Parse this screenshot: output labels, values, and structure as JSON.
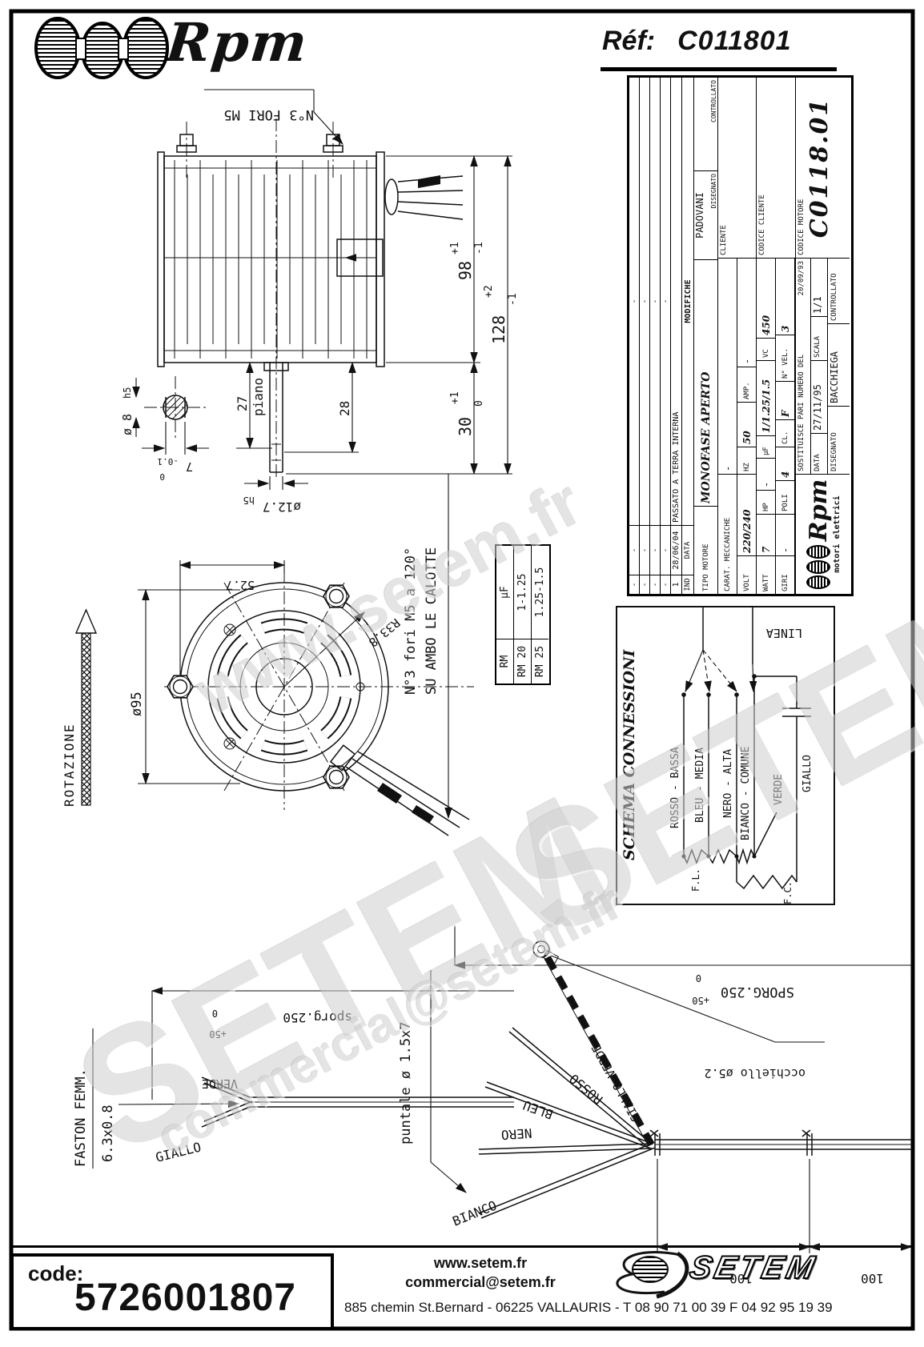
{
  "header": {
    "brand": "Rpm",
    "ref_label": "Réf:",
    "ref_value": "C011801"
  },
  "watermarks": {
    "url": "www.setem.fr",
    "brand": "SETEM",
    "email": "commercial@setem.fr"
  },
  "side_view": {
    "fori_label": "N°3 FORI M5",
    "dim_98": "98",
    "tol_98_plus": "+1",
    "tol_98_minus": "-1",
    "dim_128": "128",
    "tol_128_plus": "+2",
    "tol_128_minus": "-1",
    "dim_30": "30",
    "tol_30_plus": "+1",
    "tol_30_zero": "0",
    "dim_27": "27",
    "piano": "piano",
    "dim_28": "28",
    "shaft_dia": "ø12.7",
    "shaft_fit": "h5",
    "key_dia": "ø 8",
    "key_fit": "h5",
    "key_w": "7",
    "key_tol_minus": "-0.1",
    "key_tol_zero": "0"
  },
  "front_view": {
    "rotation_label": "ROTAZIONE",
    "dia": "ø95",
    "dist": "52.7",
    "radius": "R33.8",
    "note1": "N°3 fori M5 a 120°",
    "note2": "SU AMBO LE CALOTTE"
  },
  "rm_table": {
    "col_rm": "RM",
    "col_uf": "µF",
    "rows": [
      {
        "rm": "RM 20",
        "uf": "1-1.25"
      },
      {
        "rm": "RM 25",
        "uf": "1.25-1.5"
      }
    ]
  },
  "title_block": {
    "dash": "-",
    "ind": "IND",
    "data": "DATA",
    "modifiche": "MODIFICHE",
    "rev_ind": "1",
    "rev_date": "28/06/04",
    "rev_desc": "PASSATO A TERRA INTERNA",
    "tipo_label": "TIPO MOTORE",
    "tipo_value": "MONOFASE APERTO",
    "disegnato_label": "DISEGNATO",
    "disegnato_value": "PADOVANI",
    "controllato_label": "CONTROLLATO",
    "carat_label": "CARAT. MECCANICHE",
    "carat_value": "-",
    "volt_label": "VOLT",
    "volt": "220/240",
    "hz_label": "HZ",
    "hz": "50",
    "amp_label": "AMP.",
    "amp": "-",
    "watt_label": "WATT",
    "watt": "7",
    "hp_label": "HP",
    "hp": "-",
    "uf_label": "µF",
    "uf": "1/1.25/1.5",
    "vc_label": "VC",
    "vc": "450",
    "giri_label": "GIRI",
    "giri": "-",
    "poli_label": "POLI",
    "poli": "4",
    "cl_label": "CL.",
    "cl": "F",
    "nvel_label": "N° VEL.",
    "nvel": "3",
    "logo": "Rpm",
    "logo_sub": "motori elettrici",
    "sost": "SOSTITUISCE PARI NUMERO DEL",
    "sost_date": "20/09/93",
    "data_label": "DATA",
    "data_value": "27/11/95",
    "scala_label": "SCALA",
    "scala": "1/1",
    "dis2_label": "DISEGNATO",
    "dis2_value": "BACCHIEGA",
    "contr2_label": "CONTROLLATO",
    "cliente_label": "CLIENTE",
    "cod_cliente_label": "CODICE CLIENTE",
    "cod_motore_label": "CODICE MOTORE",
    "cod_motore": "C0118.01"
  },
  "schema": {
    "title": "SCHEMA CONNESSIONI",
    "linea": "LINEA",
    "w1": "ROSSO - BASSA",
    "w2": "BLEU - MEDIA",
    "w3": "NERO - ALTA",
    "w4": "BIANCO - COMUNE",
    "w5": "VERDE",
    "w6": "GIALLO",
    "fl": "F.L.",
    "fc": "F.C."
  },
  "cable_left": {
    "sporg": "sporg.250",
    "tol_plus": "+50",
    "tol_zero": "0",
    "verde": "VERDE",
    "giallo": "GIALLO",
    "faston1": "FASTON FEMM.",
    "faston2": "6.3x0.8"
  },
  "cable_right": {
    "puntale": "puntale ø 1.5x7",
    "sporg": "SPORG.250",
    "tol_plus": "+50",
    "tol_zero": "0",
    "occhiello": "occhiello ø5.2",
    "w_bianco": "BIANCO",
    "w_nero": "NERO",
    "w_bleu": "BLEU",
    "w_rosso": "ROSSO",
    "w_gv": "GIALLO-VERDE",
    "d1": "100",
    "d2": "100"
  },
  "footer": {
    "code_label": "code:",
    "code_value": "5726001807",
    "web": "www.setem.fr",
    "email": "commercial@setem.fr",
    "brand": "SETEM",
    "address": "885 chemin St.Bernard  -  06225 VALLAURIS  -  T 08 90 71 00 39   F 04 92 95 19 39"
  }
}
